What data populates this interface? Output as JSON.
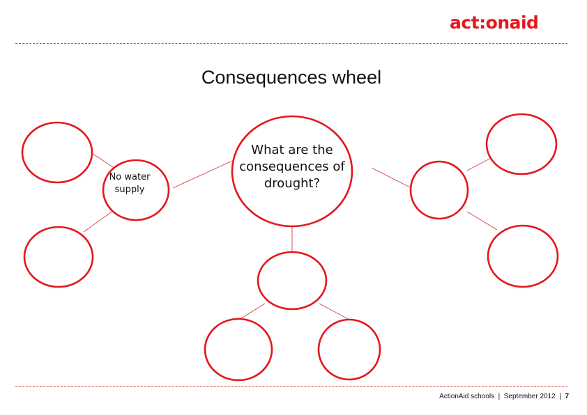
{
  "logo": {
    "text": "act:onaid",
    "color": "#e4171d"
  },
  "title": "Consequences wheel",
  "nodes": {
    "center": "What are the consequences of drought?",
    "left_first": "No water supply"
  },
  "footer": {
    "org": "ActionAid schools",
    "date": "September 2012",
    "page": "7"
  },
  "colors": {
    "node_border": "#e4171d",
    "dash": "#e0454a",
    "connector": "#d04040"
  }
}
